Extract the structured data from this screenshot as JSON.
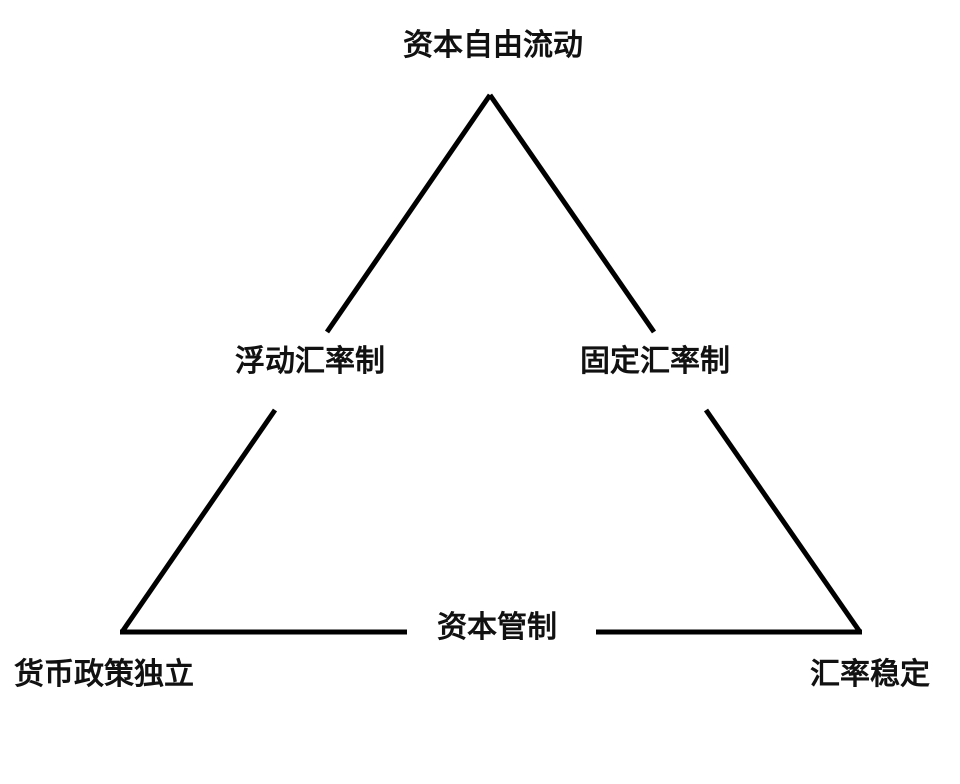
{
  "diagram": {
    "title": "Impossible trinity",
    "vertices": {
      "top": "资本自由流动",
      "bottom_left": "货币政策独立",
      "bottom_right": "汇率稳定"
    },
    "edges": {
      "left": "浮动汇率制",
      "right": "固定汇率制",
      "bottom": "资本管制"
    },
    "line_color": "#000000"
  }
}
